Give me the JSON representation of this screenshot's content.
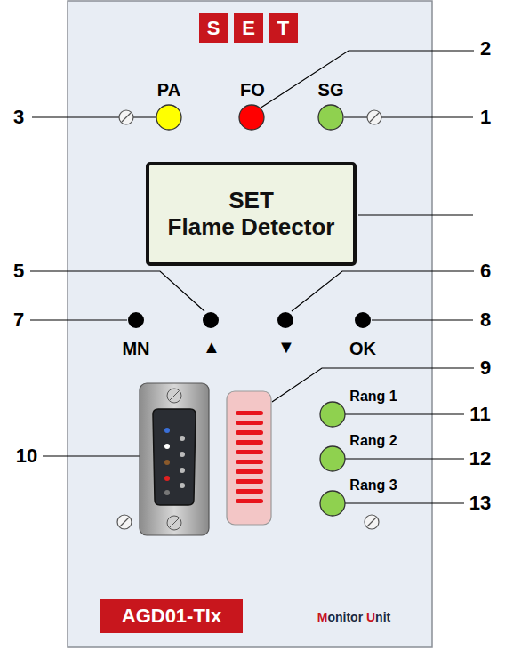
{
  "diagram": {
    "nodes": [
      {
        "text": [
          "S"
        ]
      },
      {
        "text": [
          "E"
        ]
      },
      {
        "text": [
          "T"
        ]
      },
      {
        "text": [
          "SET Flame Detector"
        ]
      },
      {
        "text": [
          "AGD01-TIx"
        ]
      }
    ],
    "labels": [
      "PA",
      "FO",
      "SG",
      "3",
      "2",
      "1",
      "5",
      "6",
      "7",
      "MN",
      "▲",
      "▼",
      "OK",
      "8",
      "9",
      "10",
      "Rang 1",
      "11",
      "Rang 2",
      "12",
      "Rang 3",
      "13",
      "Monitor Unit"
    ]
  }
}
